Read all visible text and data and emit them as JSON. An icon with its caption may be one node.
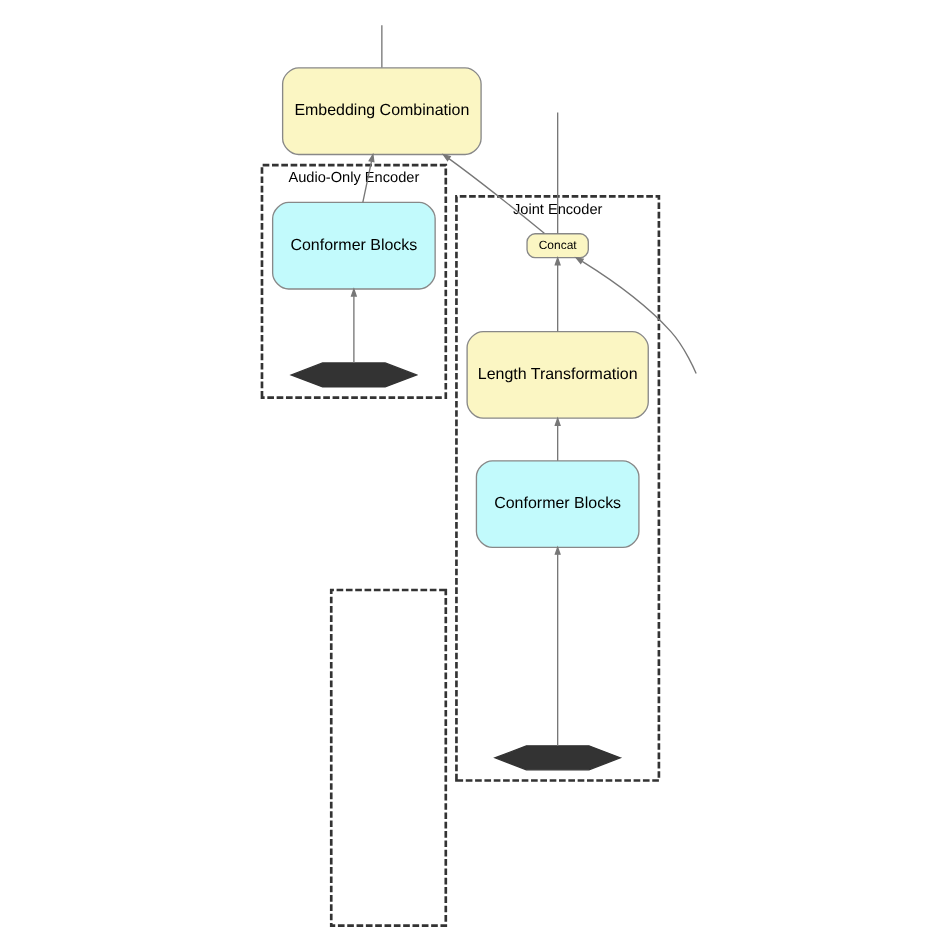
{
  "diagram": {
    "nodes": [
      {
        "text": [],
        "shape": "box"
      },
      {
        "text": [
          "Embedding Combination"
        ]
      },
      {
        "text": [
          "Audio-Only Encoder"
        ]
      },
      {
        "text": [
          "Conformer Blocks"
        ],
        "in": 2
      },
      {
        "text": [],
        "shape": "picture",
        "in": 2
      },
      {
        "text": [
          "Joint Encoder"
        ]
      },
      {
        "text": [
          "Concat"
        ],
        "in": 5
      },
      {
        "text": [
          "Length Transformation"
        ],
        "in": 5
      },
      {
        "text": [
          "Conformer Blocks"
        ],
        "in": 5
      },
      {
        "text": [],
        "shape": "picture",
        "in": 5
      }
    ],
    "edges": [
      {
        "from": null,
        "to": 6,
        "arrow": "to"
      },
      {
        "from": 6,
        "to": 1,
        "arrow": "to"
      },
      {
        "from": 6,
        "to": null,
        "arrow": "none"
      },
      {
        "from": 7,
        "to": 6,
        "arrow": "to"
      },
      {
        "from": 8,
        "to": 7,
        "arrow": "to"
      },
      {
        "from": 9,
        "to": 8,
        "arrow": "to"
      },
      {
        "from": 3,
        "to": 1,
        "arrow": "to"
      },
      {
        "from": 4,
        "to": 3,
        "arrow": "to"
      },
      {
        "from": 1,
        "to": null,
        "arrow": "none"
      }
    ]
  }
}
